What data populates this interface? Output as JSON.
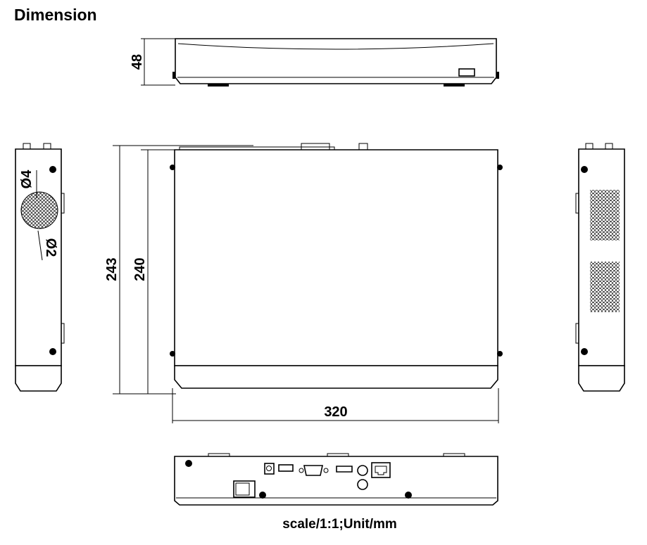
{
  "title": "Dimension",
  "dimensions": {
    "height": "48",
    "depth_overall": "243",
    "depth_body": "240",
    "width": "320",
    "hole_large": "Ø4",
    "hole_small": "Ø2"
  },
  "caption": "scale/1:1;Unit/mm",
  "colors": {
    "line": "#000000",
    "background": "#ffffff"
  }
}
